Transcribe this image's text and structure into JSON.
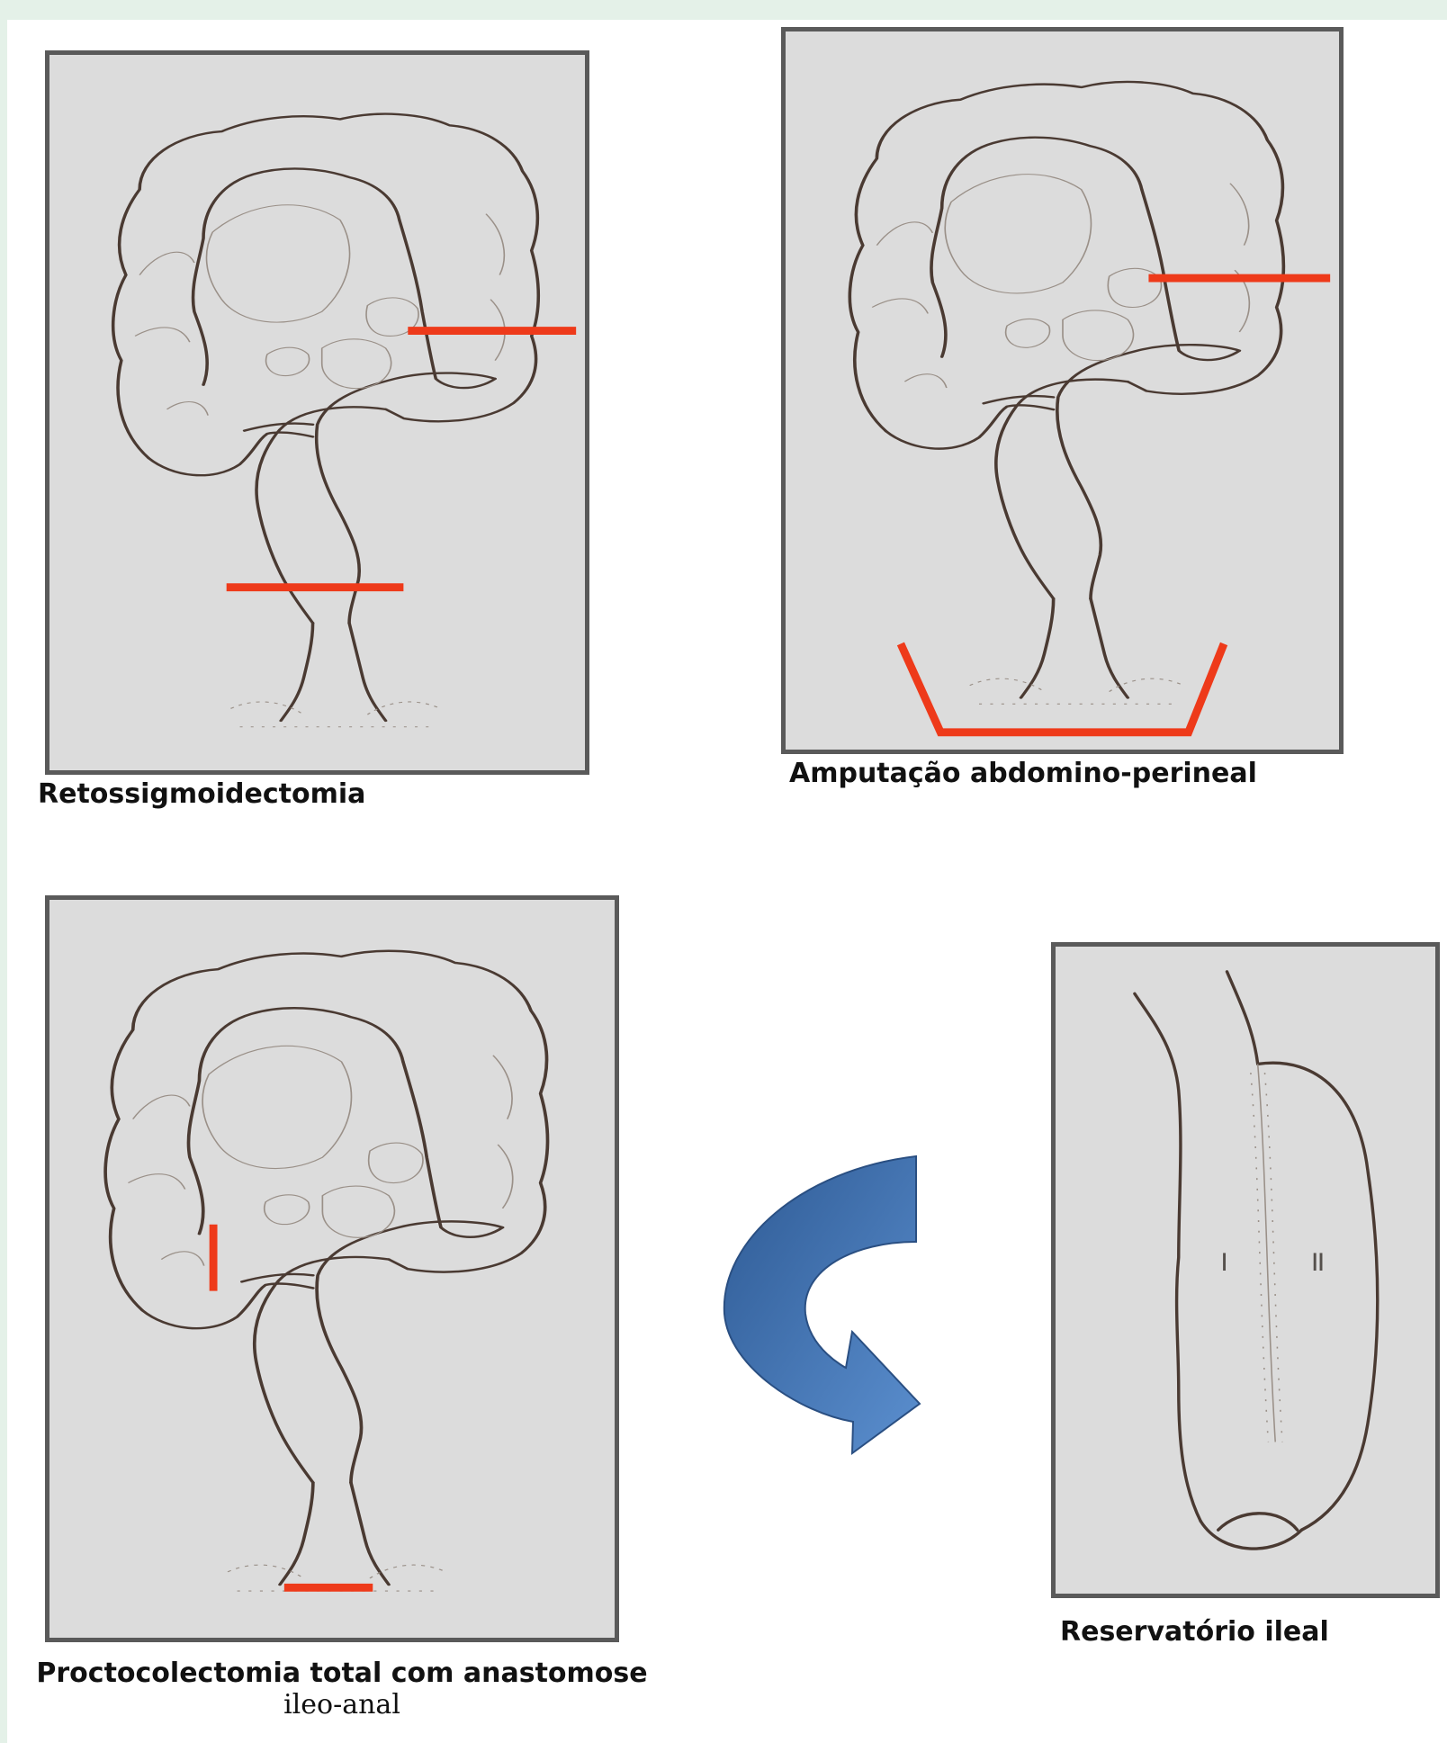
{
  "figure": {
    "panels": [
      {
        "id": "retossigmoidectomia",
        "caption": "Retossigmoidectomia"
      },
      {
        "id": "amputacao",
        "caption": "Amputação abdomino-perineal"
      },
      {
        "id": "proctocolectomia",
        "caption_line1": "Proctocolectomia total com anastomose",
        "caption_line2": "ileo-anal"
      },
      {
        "id": "reservatorio",
        "caption": "Reservatório ileal"
      }
    ],
    "colors": {
      "background": "#dcdcdc",
      "cut_line": "#ee3a1a",
      "arrow": "#4f7fbf",
      "outline": "#4a3a32"
    },
    "icons": [
      "colon-drawing",
      "curved-arrow-icon",
      "ileal-pouch-drawing"
    ]
  }
}
